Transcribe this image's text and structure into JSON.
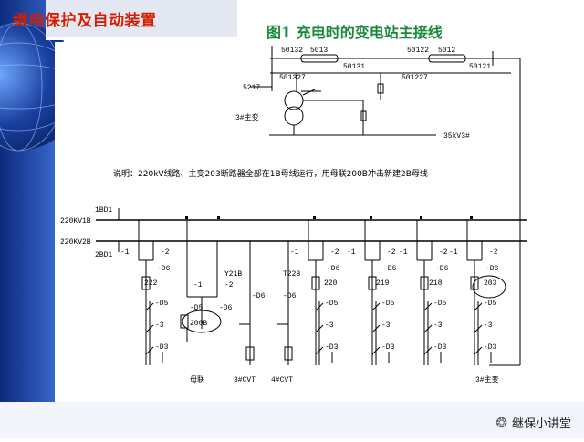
{
  "slide_title": "继电保护及自动装置",
  "figure_title": "图1  充电时的变电站主接线",
  "note": "说明：220kV线路、主变203断路器全部在1B母线运行，用母联200B冲击新建2B母线",
  "watermark": "继保小讲堂",
  "labels": {
    "b50132": "50132",
    "b5013": "5013",
    "b50131": "50131",
    "b501327": "501327",
    "b50122": "50122",
    "b5012": "5012",
    "b50121": "50121",
    "b501227": "501227",
    "b5217": "5217",
    "tr3": "3#主变",
    "v35": "35kV3#",
    "bd1": "1BD1",
    "bd2": "2BD1",
    "bus1": "220KV1B",
    "bus2": "220KV2B",
    "c222": "222",
    "c200b": "200B",
    "c220": "220",
    "c219": "219",
    "c218": "218",
    "c203": "203",
    "y21b": "Y21B",
    "y22b": "T22B",
    "ml": "母联",
    "cvt3": "3#CVT",
    "cvt4": "4#CVT",
    "tr3b": "3#主变",
    "m1": "-1",
    "m2": "-2",
    "d6": "-D6",
    "d5": "-D5",
    "m3": "-3",
    "d3": "-D3"
  },
  "colors": {
    "title_red": "#d41e00",
    "title_green": "#1a8a3a",
    "globe_blue": "#1a3f9e"
  }
}
